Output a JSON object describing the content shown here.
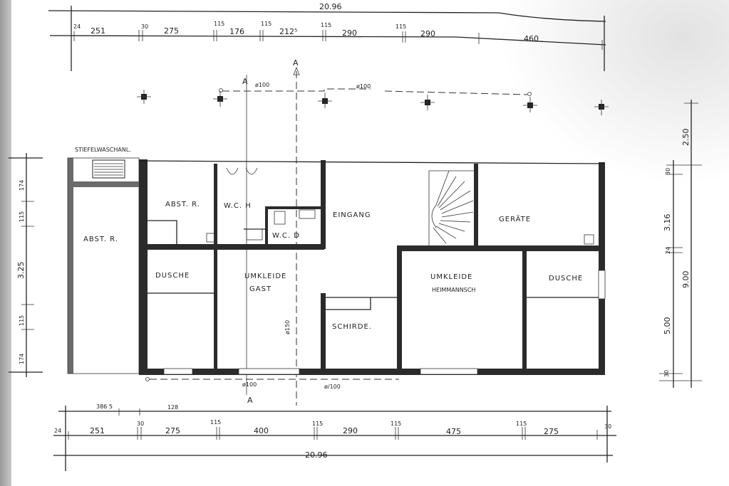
{
  "plan": {
    "rooms": {
      "stiefelwaschanl": "STIEFELWASCHANL.",
      "abst_r_left": "ABST. R.",
      "abst_r": "ABST. R.",
      "wc_h": "W.C. H",
      "wc_d": "W.C. D",
      "eingang": "EINGANG",
      "geraete": "GERÄTE",
      "dusche_left": "DUSCHE",
      "umkleide_gast": "UMKLEIDE",
      "umkleide_gast_2": "GAST",
      "schirde": "SCHIRDE.",
      "umkleide_heim": "UMKLEIDE",
      "umkleide_heim_2": "HEIMMANNSCH",
      "dusche_right": "DUSCHE"
    },
    "section_marks": {
      "a_top_left": "A",
      "a_top": "A",
      "a_bottom": "A"
    },
    "pipe_labels": {
      "top_left": "ø100",
      "top_right": "ø100",
      "vertical": "ø150",
      "bottom_left": "ø100",
      "bottom_right": "ø/100"
    },
    "top_dims": {
      "overall": "20.96",
      "segments": [
        "24",
        "251",
        "30",
        "275",
        "115",
        "176",
        "115",
        "212⁵",
        "115",
        "290",
        "115",
        "290",
        "460"
      ]
    },
    "bottom_dims": {
      "upper": [
        "386 5",
        "128"
      ],
      "segments": [
        "24",
        "251",
        "30",
        "275",
        "115",
        "400",
        "115",
        "290",
        "115",
        "475",
        "115",
        "275",
        "30"
      ],
      "overall": "20.96"
    },
    "left_dims": [
      "174",
      "115",
      "3.25",
      "115",
      "174"
    ],
    "right_dims": {
      "inner": [
        "30",
        "3.16",
        "24",
        "5.00",
        "30"
      ],
      "outer": [
        "2.50",
        "9.00"
      ]
    }
  }
}
